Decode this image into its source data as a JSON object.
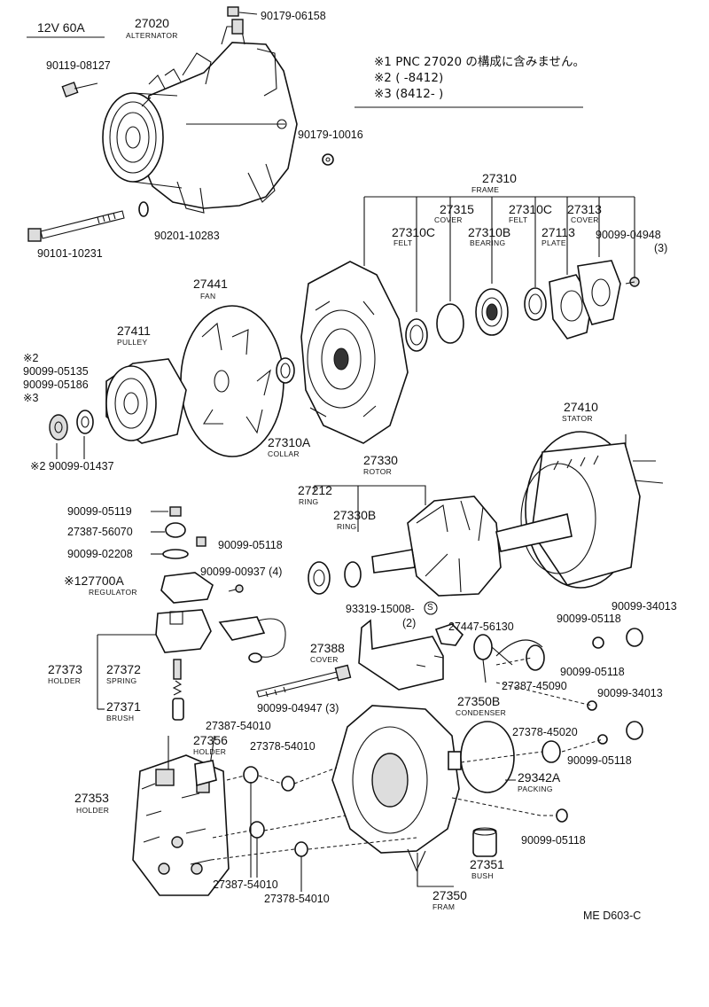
{
  "header": {
    "spec": "12V 60A",
    "notes": [
      "※1 PNC 27020 の構成に含みません。",
      "※2 (        -8412)",
      "※3 (8412-        )"
    ]
  },
  "footer": {
    "code": "ME  D603-C"
  },
  "labels": {
    "p27020": "27020",
    "p27020_name": "ALTERNATOR",
    "p90179_06158": "90179-06158",
    "p90119_08127": "90119-08127",
    "p90179_10016": "90179-10016",
    "p90201_10283": "90201-10283",
    "p90101_10231": "90101-10231",
    "p27310": "27310",
    "p27310_name": "FRAME",
    "p27315": "27315",
    "p27315_name": "COVER",
    "p27310c_a": "27310C",
    "p27310c_a_name": "FELT",
    "p27310c_b": "27310C",
    "p27310c_b_name": "FELT",
    "p27313": "27313",
    "p27313_name": "COVER",
    "p27310b": "27310B",
    "p27310b_name": "BEARING",
    "p27113": "27113",
    "p27113_name": "PLATE",
    "p90099_04948": "90099-04948",
    "p90099_04948_qty": "(3)",
    "p27441": "27441",
    "p27441_name": "FAN",
    "p27411": "27411",
    "p27411_name": "PULLEY",
    "mark2a": "※2",
    "p90099_05135": "90099-05135",
    "p90099_05186": "90099-05186",
    "mark3": "※3",
    "p27310a": "27310A",
    "p27310a_name": "COLLAR",
    "p90099_01437": "※2 90099-01437",
    "p27410": "27410",
    "p27410_name": "STATOR",
    "p27330": "27330",
    "p27330_name": "ROTOR",
    "p27212": "27212",
    "p27212_name": "RING",
    "p27330b": "27330B",
    "p27330b_name": "RING",
    "p90099_05119": "90099-05119",
    "p27387_56070": "27387-56070",
    "p90099_05118_a": "90099-05118",
    "p90099_02208": "90099-02208",
    "p90099_00937": "90099-00937 (4)",
    "p27700a": "※127700A",
    "p27700a_name": "REGULATOR",
    "p93319": "93319-15008-",
    "p93319_circle": "S",
    "p93319_qty": "(2)",
    "p27447": "27447-56130",
    "p90099_34013_a": "90099-34013",
    "p90099_05118_b": "90099-05118",
    "p27388": "27388",
    "p27388_name": "COVER",
    "p27373": "27373",
    "p27373_name": "HOLDER",
    "p27372": "27372",
    "p27372_name": "SPRING",
    "p27371": "27371",
    "p27371_name": "BRUSH",
    "p90099_05118_c": "90099-05118",
    "p27387_45090": "27387-45090",
    "p90099_34013_b": "90099-34013",
    "p90099_04947": "90099-04947  (3)",
    "p27350b": "27350B",
    "p27350b_name": "CONDENSER",
    "p27387_54010_a": "27387-54010",
    "p27356": "27356",
    "p27356_name": "HOLDER",
    "p27378_54010_a": "27378-54010",
    "p27378_45020": "27378-45020",
    "p90099_05118_d": "90099-05118",
    "p29342a": "29342A",
    "p29342a_name": "PACKING",
    "p27353": "27353",
    "p27353_name": "HOLDER",
    "p90099_05118_e": "90099-05118",
    "p27351": "27351",
    "p27351_name": "BUSH",
    "p27387_54010_b": "27387-54010",
    "p27378_54010_b": "27378-54010",
    "p27350": "27350",
    "p27350_name": "FRAM"
  }
}
